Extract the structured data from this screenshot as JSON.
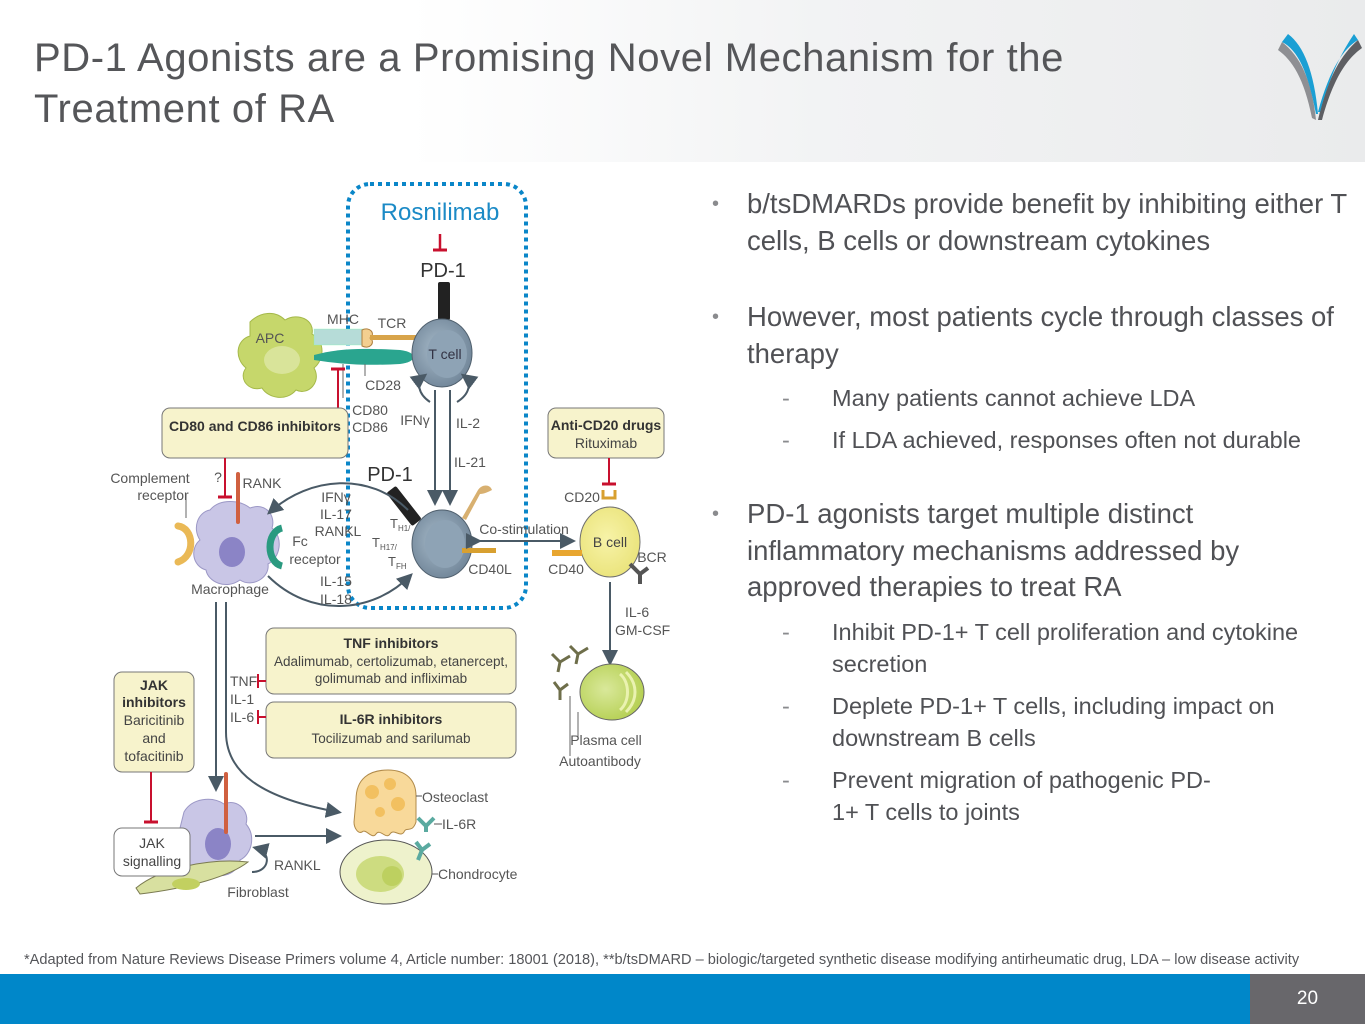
{
  "slide": {
    "title": "PD-1 Agonists are a Promising Novel Mechanism for the Treatment of RA",
    "logo_icon": "company-logo-icon",
    "page_number": "20",
    "footnote": "*Adapted from Nature Reviews Disease Primers volume 4, Article number: 18001 (2018), **b/tsDMARD – biologic/targeted synthetic disease modifying antirheumatic drug, LDA – low disease activity",
    "colors": {
      "accent_blue": "#0087c9",
      "page_box_gray": "#68676b",
      "inhibit_red": "#c8102e",
      "title_gray": "#555659"
    }
  },
  "bullets": [
    {
      "text": "b/tsDMARDs provide benefit by inhibiting either T cells, B cells or downstream cytokines",
      "subs": []
    },
    {
      "text": "However, most patients cycle through classes of therapy",
      "subs": [
        "Many patients cannot achieve LDA",
        "If LDA achieved, responses often not durable"
      ]
    },
    {
      "text": "PD-1 agonists target multiple distinct inflammatory mechanisms addressed by approved therapies to treat RA",
      "subs": [
        "Inhibit PD-1+ T cell proliferation and cytokine secretion",
        "Deplete PD-1+ T cells, including impact on downstream B cells",
        "Prevent migration of pathogenic PD-1+ T cells to joints"
      ]
    }
  ],
  "diagram": {
    "rosnilimab": "Rosnilimab",
    "pd1_top": "PD-1",
    "pd1_mid": "PD-1",
    "apc": "APC",
    "mhc": "MHC",
    "tcr": "TCR",
    "t_cell": "T cell",
    "cd28": "CD28",
    "cd80": "CD80",
    "cd86": "CD86",
    "ifng": "IFNγ",
    "il2": "IL-2",
    "il21": "IL-21",
    "cd80_86_inhibitors": "CD80 and CD86 inhibitors",
    "complement_receptor_1": "Complement",
    "complement_receptor_2": "receptor",
    "question": "?",
    "rank": "RANK",
    "macrophage": "Macrophage",
    "fc_1": "Fc",
    "fc_2": "receptor",
    "cyto_to_mac": [
      "IFNγ",
      "IL-17",
      "RANKL"
    ],
    "cyto_from_mac": [
      "IL-15",
      "IL-18"
    ],
    "th1": "T",
    "th_labels": [
      "H1/",
      "H17/",
      "FH"
    ],
    "costim": "Co-stimulation",
    "cd40l": "CD40L",
    "cd40": "CD40",
    "anti_cd20_title": "Anti-CD20 drugs",
    "anti_cd20_drug": "Rituximab",
    "cd20": "CD20",
    "b_cell": "B cell",
    "bcr": "BCR",
    "il6": "IL-6",
    "gmcsf": "GM-CSF",
    "plasma_cell": "Plasma cell",
    "autoantibody": "Autoantibody",
    "tnf_title": "TNF inhibitors",
    "tnf_drugs_1": "Adalimumab, certolizumab, etanercept,",
    "tnf_drugs_2": "golimumab and infliximab",
    "il6r_title": "IL-6R inhibitors",
    "il6r_drugs": "Tocilizumab and sarilumab",
    "tnf": "TNF",
    "il1": "IL-1",
    "il6_lbl": "IL-6",
    "jak_title_1": "JAK",
    "jak_title_2": "inhibitors",
    "jak_drugs": [
      "Baricitinib",
      "and",
      "tofacitinib"
    ],
    "jak_signalling_1": "JAK",
    "jak_signalling_2": "signalling",
    "rankl": "RANKL",
    "fibroblast": "Fibroblast",
    "osteoclast": "Osteoclast",
    "il6r": "IL-6R",
    "chondrocyte": "Chondrocyte"
  }
}
